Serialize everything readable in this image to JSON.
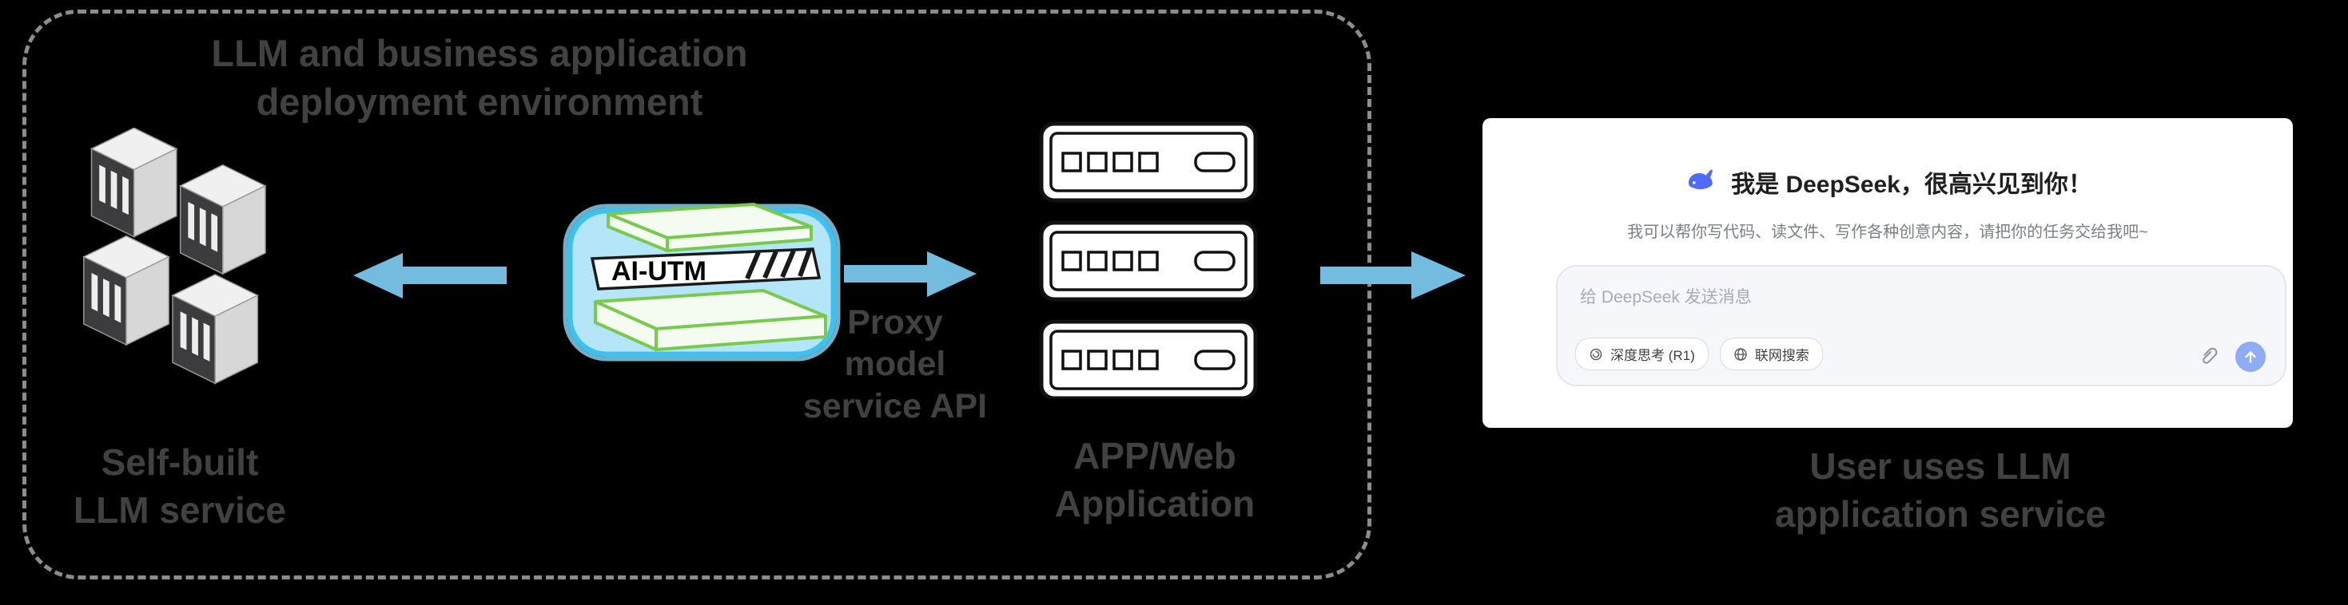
{
  "colors": {
    "background": "#000000",
    "dashed_border": "#8C8C8C",
    "label_text": "#414141",
    "arrow": "#74BBE0",
    "deepseek_blue": "#4D6BFE",
    "send_button": "#8FADF5",
    "aiutm_green": "#79C94F",
    "aiutm_blue": "#3FC1F0"
  },
  "env": {
    "title_line1": "LLM and business application",
    "title_line2": "deployment environment"
  },
  "nodes": {
    "self_built": {
      "line1": "Self-built",
      "line2": "LLM service"
    },
    "ai_utm": {
      "label": "AI-UTM"
    },
    "proxy": {
      "line1": "Proxy",
      "line2": "model",
      "line3": "service API"
    },
    "app_web": {
      "line1": "APP/Web",
      "line2": "Application"
    },
    "user": {
      "line1": "User uses LLM",
      "line2": "application service"
    }
  },
  "deepseek": {
    "greeting": "我是 DeepSeek，很高兴见到你！",
    "subtitle": "我可以帮你写代码、读文件、写作各种创意内容，请把你的任务交给我吧~",
    "input_placeholder": "给 DeepSeek 发送消息",
    "deepthink_button": "深度思考 (R1)",
    "search_button": "联网搜索"
  }
}
